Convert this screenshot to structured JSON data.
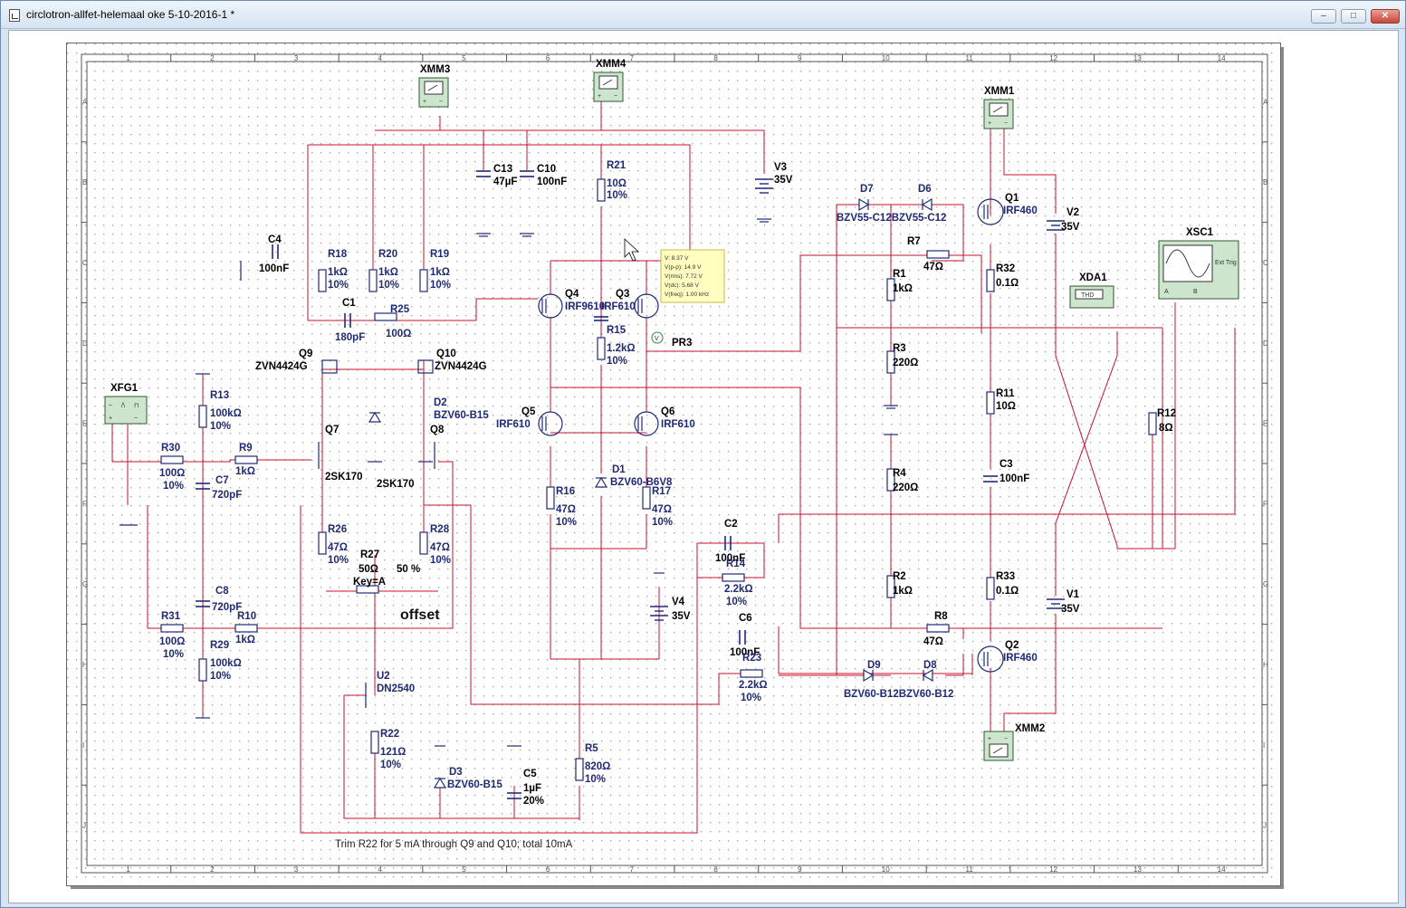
{
  "window": {
    "title": "circlotron-allfet-helemaal oke 5-10-2016-1 *",
    "minimize_glyph": "–",
    "maximize_glyph": "□",
    "close_glyph": "✕"
  },
  "ruler": {
    "columns": [
      "1",
      "2",
      "3",
      "4",
      "5",
      "6",
      "7",
      "8",
      "9",
      "10",
      "11",
      "12",
      "13",
      "14"
    ],
    "rows": [
      "A",
      "B",
      "C",
      "D",
      "E",
      "F",
      "G",
      "H",
      "I",
      "J"
    ]
  },
  "instruments": {
    "xmm3": "XMM3",
    "xmm4": "XMM4",
    "xmm1": "XMM1",
    "xmm2": "XMM2",
    "xfg1": "XFG1",
    "xsc1": "XSC1",
    "xda1": "XDA1",
    "xda1_screen": "THD",
    "xsc1_ext": "Ext Trig",
    "plus": "+",
    "minus": "−",
    "a": "A",
    "b": "B"
  },
  "components": {
    "c13_ref": "C13",
    "c13_val": "47µF",
    "c10_ref": "C10",
    "c10_val": "100nF",
    "r21_ref": "R21",
    "r21_val": "10Ω",
    "r21_tol": "10%",
    "v3_ref": "V3",
    "v3_val": "35V",
    "c4_ref": "C4",
    "c4_val": "100nF",
    "r18_ref": "R18",
    "r18_val": "1kΩ",
    "r18_tol": "10%",
    "r20_ref": "R20",
    "r20_val": "1kΩ",
    "r20_tol": "10%",
    "r19_ref": "R19",
    "r19_val": "1kΩ",
    "r19_tol": "10%",
    "c1_ref": "C1",
    "c1_val": "180pF",
    "r25_ref": "R25",
    "r25_val": "100Ω",
    "q4_ref": "Q4",
    "q4_type": "IRF9610",
    "q3_ref": "Q3",
    "q3_type": "IRF610",
    "r15_ref": "R15",
    "r15_val": "1.2kΩ",
    "r15_tol": "10%",
    "q9_ref": "Q9",
    "q9_type": "ZVN4424G",
    "q10_ref": "Q10",
    "q10_type": "ZVN4424G",
    "d2_ref": "D2",
    "d2_type": "BZV60-B15",
    "q7_ref": "Q7",
    "q7_type": "2SK170",
    "q8_ref": "Q8",
    "q8_type": "2SK170",
    "r13_ref": "R13",
    "r13_val": "100kΩ",
    "r13_tol": "10%",
    "r30_ref": "R30",
    "r30_val": "100Ω",
    "r30_tol": "10%",
    "r9_ref": "R9",
    "r9_val": "1kΩ",
    "c7_ref": "C7",
    "c7_val": "720pF",
    "q5_ref": "Q5",
    "q5_type": "IRF610",
    "q6_ref": "Q6",
    "q6_type": "IRF610",
    "d1_ref": "D1",
    "d1_type": "BZV60-B6V8",
    "r16_ref": "R16",
    "r16_val": "47Ω",
    "r16_tol": "10%",
    "r17_ref": "R17",
    "r17_val": "47Ω",
    "r17_tol": "10%",
    "r26_ref": "R26",
    "r26_val": "47Ω",
    "r26_tol": "10%",
    "r28_ref": "R28",
    "r28_val": "47Ω",
    "r28_tol": "10%",
    "r27_ref": "R27",
    "r27_val": "50Ω",
    "r27_key": "Key=A",
    "r27_pct": "50 %",
    "offset_label": "offset",
    "c8_ref": "C8",
    "c8_val": "720pF",
    "r31_ref": "R31",
    "r31_val": "100Ω",
    "r31_tol": "10%",
    "r10_ref": "R10",
    "r10_val": "1kΩ",
    "r29_ref": "R29",
    "r29_val": "100kΩ",
    "r29_tol": "10%",
    "u2_ref": "U2",
    "u2_type": "DN2540",
    "r22_ref": "R22",
    "r22_val": "121Ω",
    "r22_tol": "10%",
    "d3_ref": "D3",
    "d3_type": "BZV60-B15",
    "c5_ref": "C5",
    "c5_val": "1µF",
    "c5_tol": "20%",
    "r5_ref": "R5",
    "r5_val": "820Ω",
    "r5_tol": "10%",
    "v4_ref": "V4",
    "v4_val": "35V",
    "c2_ref": "C2",
    "c2_val": "100nF",
    "r14_ref": "R14",
    "r14_val": "2.2kΩ",
    "r14_tol": "10%",
    "c6_ref": "C6",
    "c6_val": "100nF",
    "r23_ref": "R23",
    "r23_val": "2.2kΩ",
    "r23_tol": "10%",
    "d7_ref": "D7",
    "d6_ref": "D6",
    "d76_type": "BZV55-C12BZV55-C12",
    "q1_ref": "Q1",
    "q1_type": "IRF460",
    "r7_ref": "R7",
    "r7_val": "47Ω",
    "r1_ref": "R1",
    "r1_val": "1kΩ",
    "r3_ref": "R3",
    "r3_val": "220Ω",
    "r4_ref": "R4",
    "r4_val": "220Ω",
    "r2_ref": "R2",
    "r2_val": "1kΩ",
    "r32_ref": "R32",
    "r32_val": "0.1Ω",
    "r11_ref": "R11",
    "r11_val": "10Ω",
    "c3_ref": "C3",
    "c3_val": "100nF",
    "r33_ref": "R33",
    "r33_val": "0.1Ω",
    "q2_ref": "Q2",
    "q2_type": "IRF460",
    "r8_ref": "R8",
    "r8_val": "47Ω",
    "d9_ref": "D9",
    "d8_ref": "D8",
    "d98_type": "BZV60-B12BZV60-B12",
    "v2_ref": "V2",
    "v2_val": "35V",
    "v1_ref": "V1",
    "v1_val": "35V",
    "r12_ref": "R12",
    "r12_val": "8Ω",
    "pr3_ref": "PR3"
  },
  "probe": {
    "v": "V: 8.37 V",
    "vpp": "V(p-p): 14.9 V",
    "vrms": "V(rms): 7.72 V",
    "vdc": "V(dc): 5.68 V",
    "freq": "V(freq): 1.00 kHz",
    "marker": "V"
  },
  "note": "Trim R22 for 5 mA through Q9 and Q10; total 10mA",
  "colors": {
    "wire": "#c8102e",
    "component": "#1e2a78",
    "tooltip_bg": "#fffec0",
    "instrument_bg": "#cde5cd"
  }
}
